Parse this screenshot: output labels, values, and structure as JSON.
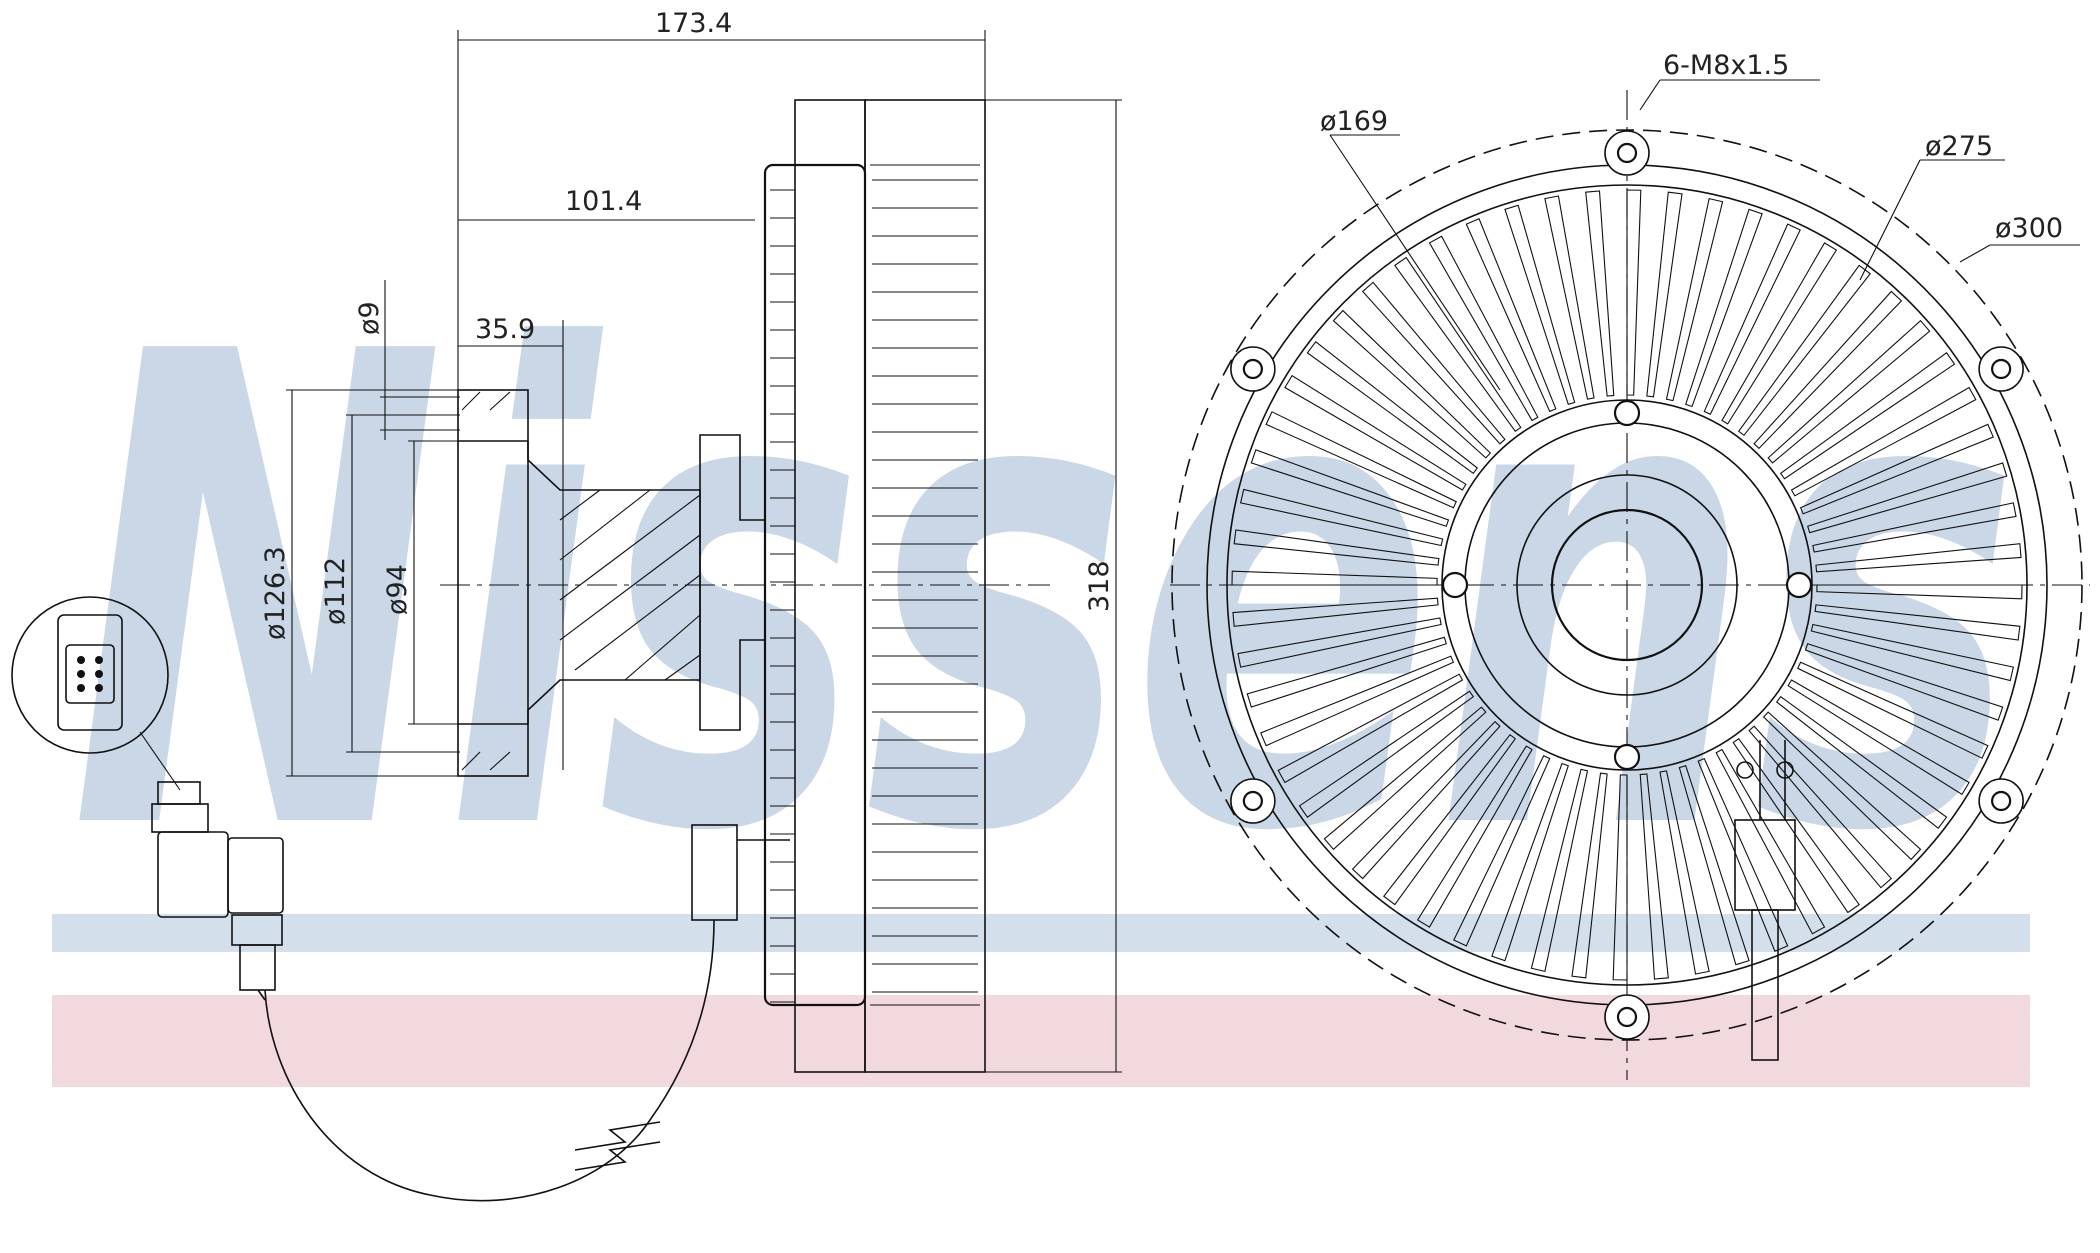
{
  "watermark": {
    "text": "Nissens",
    "color": "#c9d7e6"
  },
  "colors": {
    "band_blue": "#d3e0ec",
    "band_pink": "#f2d9de",
    "line": "#111111"
  },
  "side_view_dimensions": {
    "overall_depth": "173.4",
    "hub_to_face": "101.4",
    "flange_thickness": "35.9",
    "step": "ø9",
    "flange_outer": "ø126.3",
    "flange_pcd": "ø112",
    "flange_inner": "ø94",
    "overall_height": "318"
  },
  "front_view_dimensions": {
    "bolt_holes": "6-M8x1.5",
    "hub_pcd": "ø169",
    "mount_pcd": "ø275",
    "outer_diameter": "ø300"
  },
  "icons": {
    "connector_detail": "connector-pin-face-icon",
    "break_symbol": "cable-break-icon"
  }
}
